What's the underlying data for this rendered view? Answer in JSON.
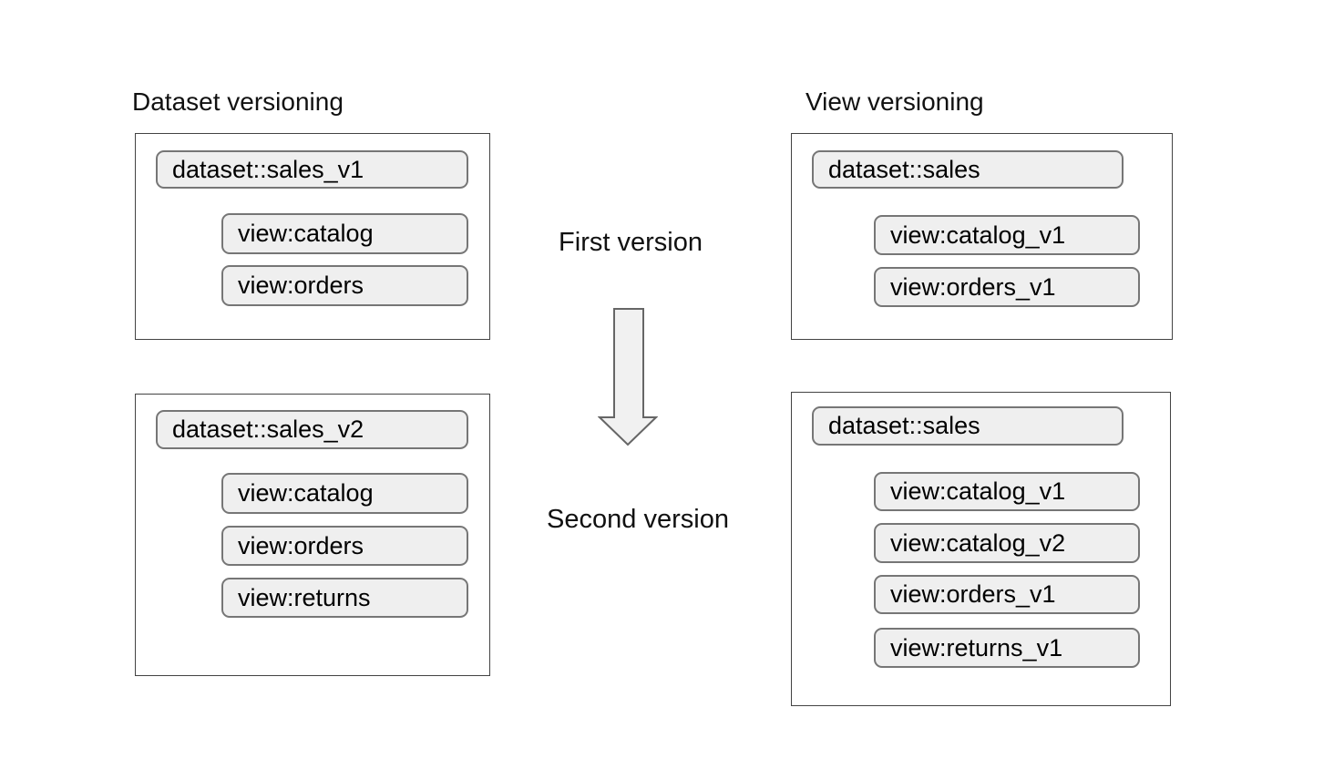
{
  "diagram": {
    "left": {
      "title": "Dataset versioning",
      "first": {
        "dataset": "dataset::sales_v1",
        "views": [
          "view:catalog",
          "view:orders"
        ]
      },
      "second": {
        "dataset": "dataset::sales_v2",
        "views": [
          "view:catalog",
          "view:orders",
          "view:returns"
        ]
      }
    },
    "right": {
      "title": "View versioning",
      "first": {
        "dataset": "dataset::sales",
        "views": [
          "view:catalog_v1",
          "view:orders_v1"
        ]
      },
      "second": {
        "dataset": "dataset::sales",
        "views": [
          "view:catalog_v1",
          "view:catalog_v2",
          "view:orders_v1",
          "view:returns_v1"
        ]
      }
    },
    "middle": {
      "first_label": "First version",
      "second_label": "Second version"
    },
    "colors": {
      "pill_fill": "#efefef",
      "pill_border": "#767676",
      "box_border": "#434343",
      "arrow_fill": "#f1f1f1",
      "arrow_stroke": "#666666",
      "text": "#000000",
      "background": "#ffffff"
    }
  }
}
